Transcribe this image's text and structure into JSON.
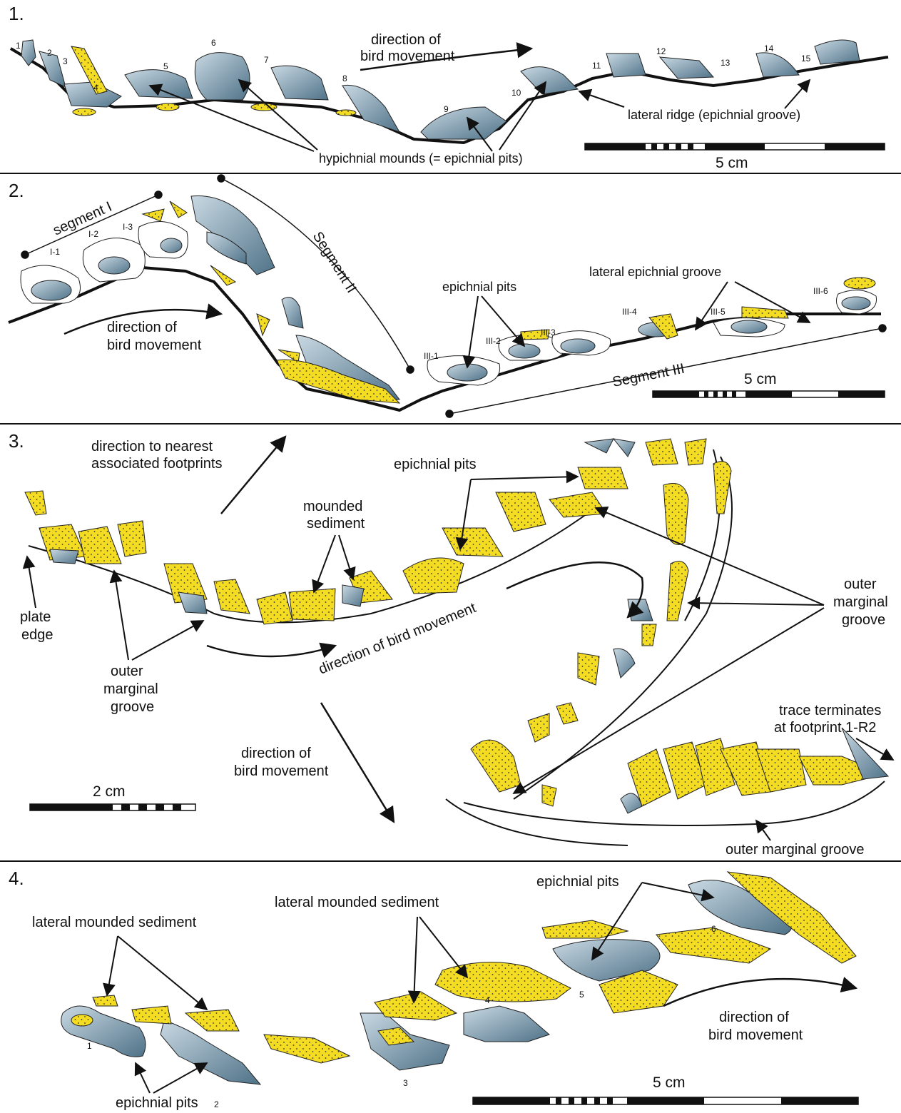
{
  "colors": {
    "sediment_yellow": "#f3dc22",
    "pit_blue": "#6d8ea4",
    "pit_blue_light": "#b9cdd9",
    "outline": "#111111"
  },
  "panel1": {
    "number": "1.",
    "direction": [
      "direction of",
      "bird movement"
    ],
    "mounds_label": "hypichnial mounds (= epichnial pits)",
    "ridge_label": "lateral ridge (epichnial groove)",
    "scale_label": "5 cm",
    "track_numbers": [
      "1",
      "2",
      "3",
      "4",
      "5",
      "6",
      "7",
      "8",
      "9",
      "10",
      "11",
      "12",
      "13",
      "14",
      "15"
    ]
  },
  "panel2": {
    "number": "2.",
    "segment_i": "segment I",
    "segment_ii": "Segment II",
    "segment_iii": "Segment III",
    "sub_i": [
      "I-1",
      "I-2",
      "I-3"
    ],
    "sub_iii": [
      "III-1",
      "III-2",
      "III-3",
      "III-4",
      "III-5",
      "III-6"
    ],
    "direction": [
      "direction of",
      "bird movement"
    ],
    "pits_label": "epichnial pits",
    "groove_label": "lateral epichnial groove",
    "scale_label": "5 cm"
  },
  "panel3": {
    "number": "3.",
    "nearest": [
      "direction to nearest",
      "associated footprints"
    ],
    "pits_label": "epichnial pits",
    "mounded": [
      "mounded",
      "sediment"
    ],
    "plate_edge": [
      "plate",
      "edge"
    ],
    "outer_left": [
      "outer",
      "marginal",
      "groove"
    ],
    "outer_right": [
      "outer",
      "marginal",
      "groove"
    ],
    "direction_mid": "direction of bird movement",
    "direction_low": [
      "direction of",
      "bird movement"
    ],
    "terminates": [
      "trace terminates",
      "at footprint 1-R2"
    ],
    "outer_bottom": "outer marginal groove",
    "scale_label": "2 cm"
  },
  "panel4": {
    "number": "4.",
    "lateral_left": "lateral mounded sediment",
    "lateral_mid": "lateral mounded sediment",
    "pits_top": "epichnial pits",
    "pits_bottom": "epichnial pits",
    "direction": [
      "direction of",
      "bird movement"
    ],
    "track_numbers": [
      "1",
      "2",
      "3",
      "4",
      "5",
      "6"
    ],
    "scale_label": "5 cm"
  }
}
